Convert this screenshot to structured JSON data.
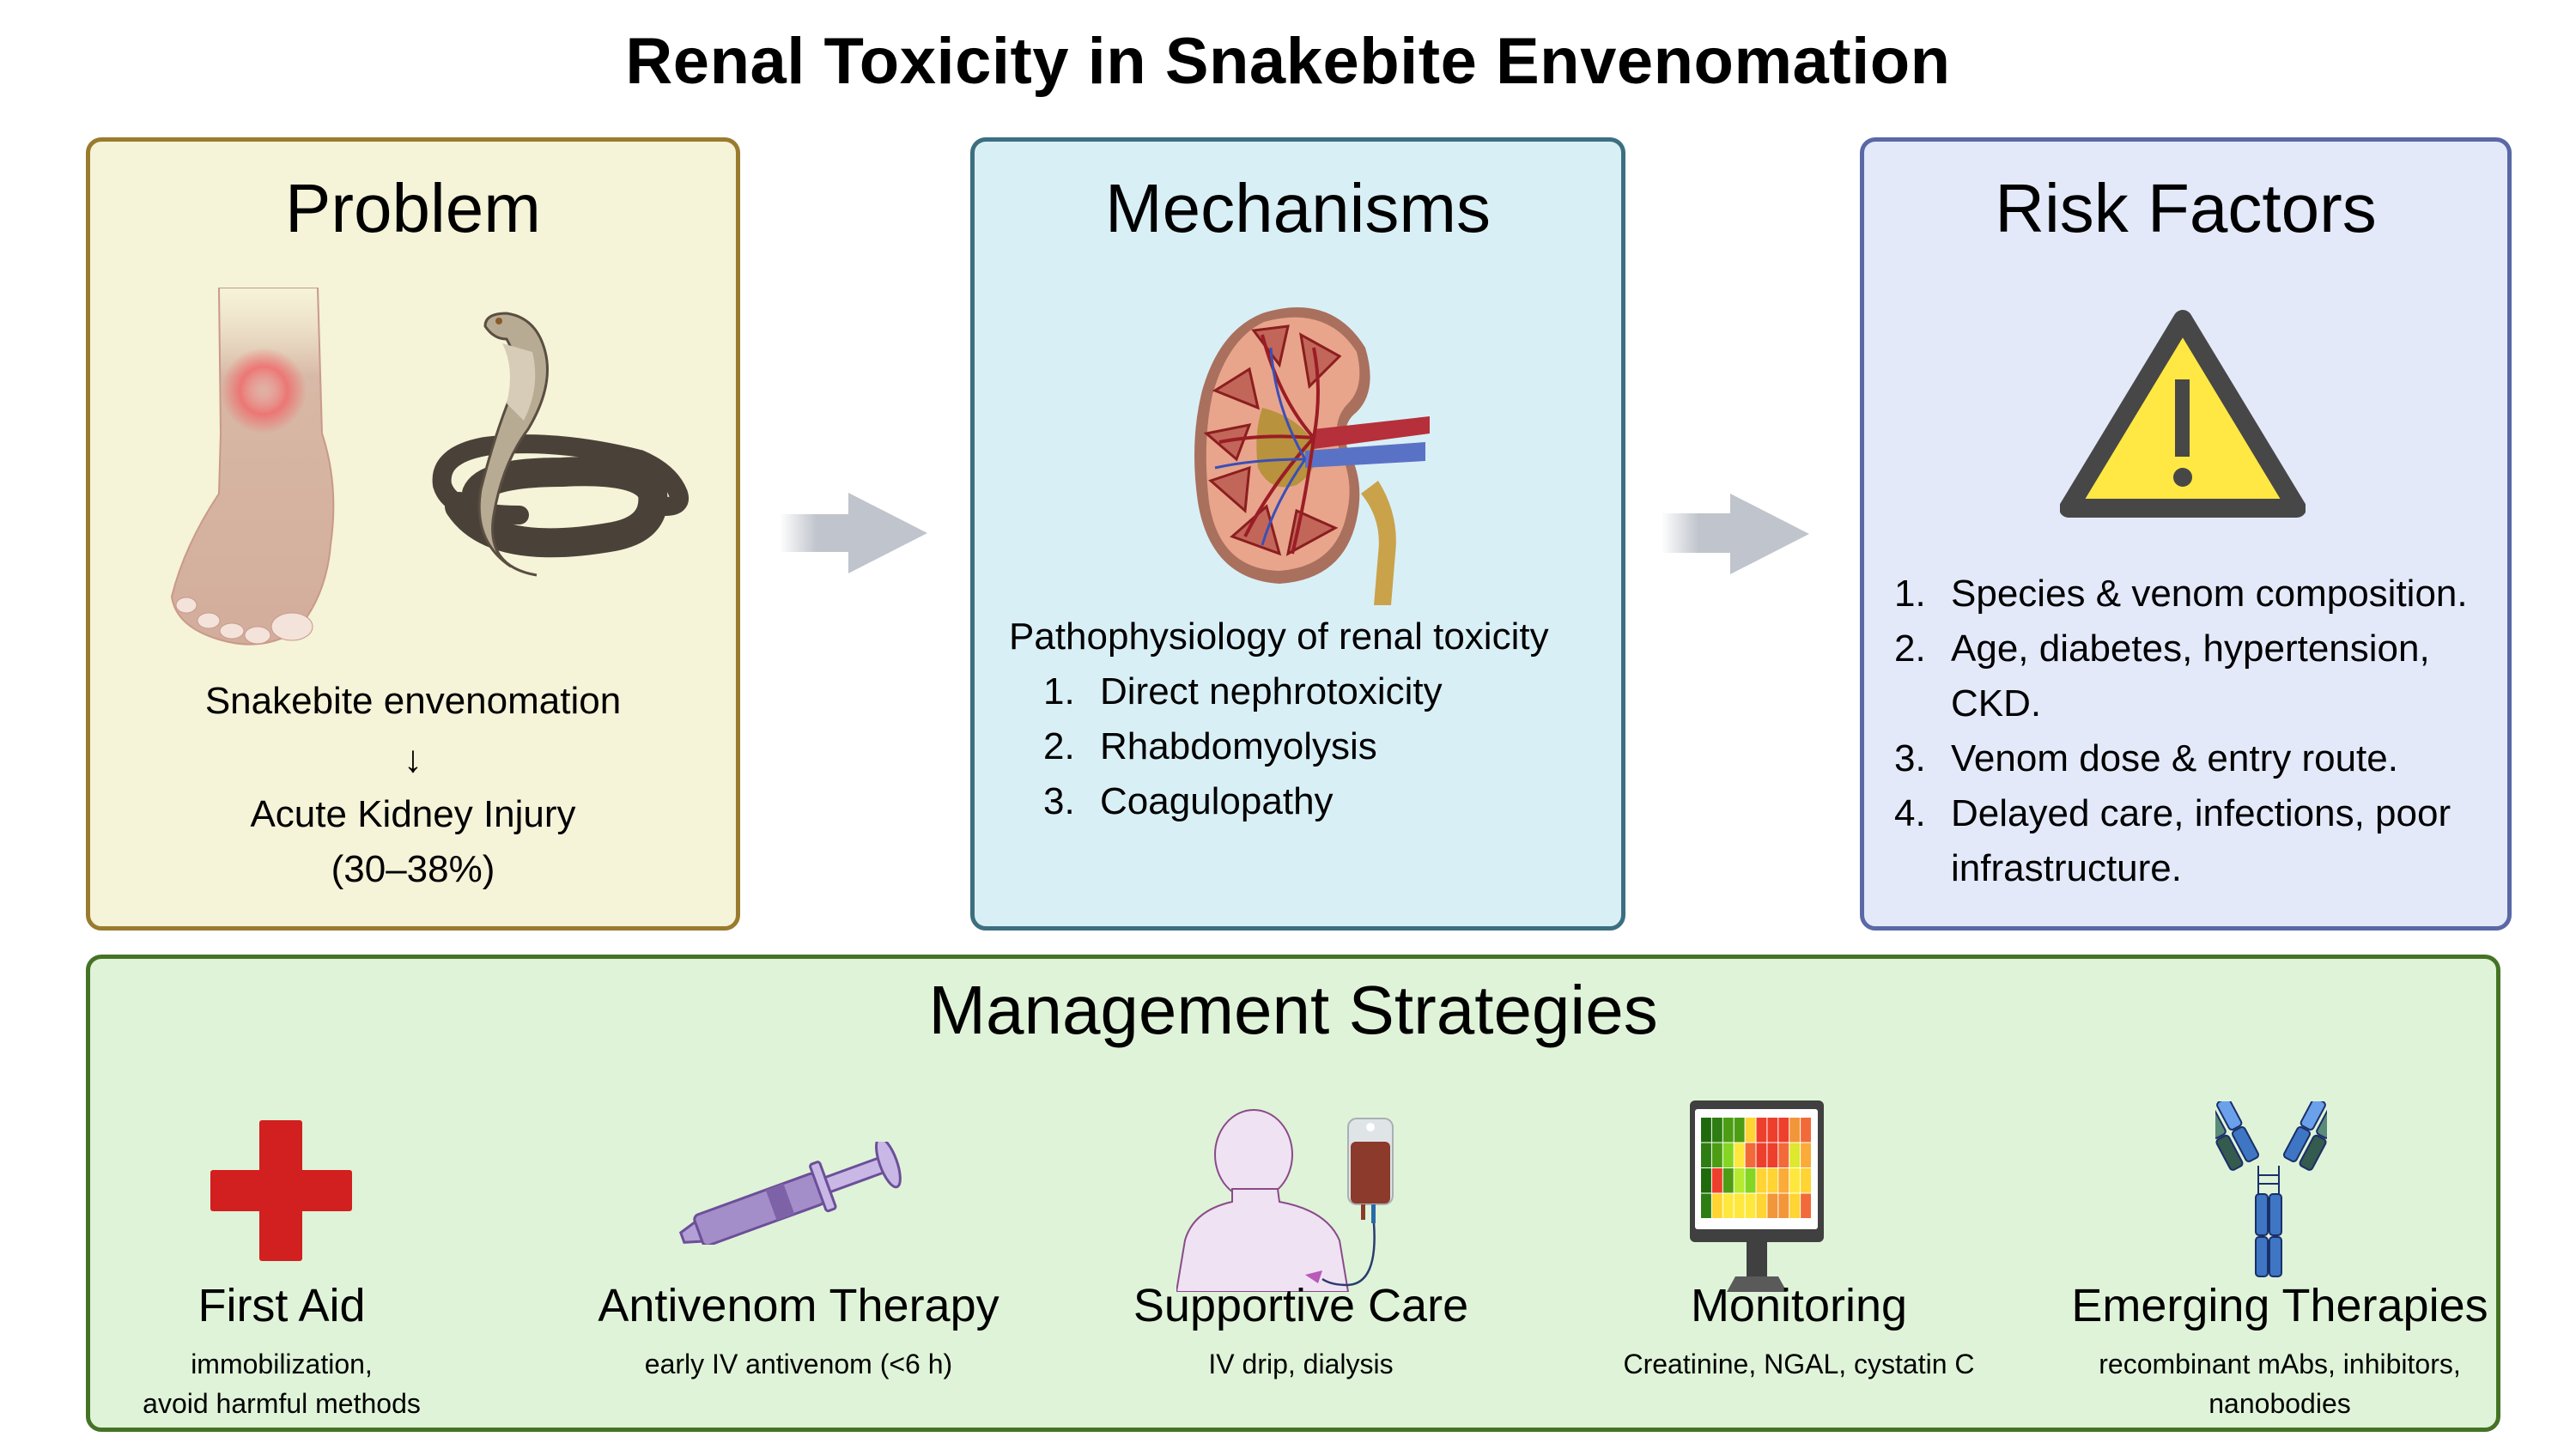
{
  "title": "Renal Toxicity in Snakebite Envenomation",
  "colors": {
    "problem_bg": "#f5f3d8",
    "problem_border": "#9a7b2e",
    "mechanisms_bg": "#d9eff6",
    "mechanisms_border": "#3c6f80",
    "risk_bg": "#e3e9f9",
    "risk_border": "#5a68a6",
    "management_bg": "#dff3d8",
    "management_border": "#457325",
    "arrow": "#c0c4cc",
    "first_aid_red": "#d21f1f",
    "warning_yellow": "#ffe844"
  },
  "problem": {
    "heading": "Problem",
    "icons": [
      "bitten-foot-icon",
      "cobra-icon"
    ],
    "line1": "Snakebite envenomation",
    "arrow": "↓",
    "line2": "Acute Kidney Injury",
    "line3": "(30–38%)"
  },
  "mechanisms": {
    "heading": "Mechanisms",
    "icon": "kidney-icon",
    "intro": "Pathophysiology of renal toxicity",
    "items": [
      {
        "num": "1.",
        "text": "Direct nephrotoxicity"
      },
      {
        "num": "2.",
        "text": "Rhabdomyolysis"
      },
      {
        "num": "3.",
        "text": "Coagulopathy"
      }
    ]
  },
  "risk_factors": {
    "heading": "Risk Factors",
    "icon": "warning-icon",
    "items": [
      {
        "num": "1.",
        "text": "Species & venom composition."
      },
      {
        "num": "2.",
        "text": "Age, diabetes, hypertension, CKD."
      },
      {
        "num": "3.",
        "text": "Venom dose & entry route."
      },
      {
        "num": "4.",
        "text": "Delayed care, infections, poor infrastructure."
      }
    ]
  },
  "management": {
    "heading": "Management Strategies",
    "items": [
      {
        "icon": "red-cross-icon",
        "title": "First Aid",
        "subtitle": "immobilization,",
        "subtitle2": "avoid harmful methods"
      },
      {
        "icon": "syringe-icon",
        "title": "Antivenom Therapy",
        "subtitle": "early IV antivenom (<6 h)",
        "subtitle2": ""
      },
      {
        "icon": "iv-drip-patient-icon",
        "title": "Supportive Care",
        "subtitle": "IV drip, dialysis",
        "subtitle2": ""
      },
      {
        "icon": "monitor-heatmap-icon",
        "title": "Monitoring",
        "subtitle": "Creatinine, NGAL, cystatin C",
        "subtitle2": ""
      },
      {
        "icon": "antibody-icon",
        "title": "Emerging Therapies",
        "subtitle": "recombinant mAbs, inhibitors,",
        "subtitle2": "nanobodies"
      }
    ]
  },
  "heatmap_colors": [
    [
      "#1f6a0c",
      "#2e7d12",
      "#4d9d14",
      "#4d9d14",
      "#ffd433",
      "#ee3f2d",
      "#ee3f2d",
      "#ee3f2d",
      "#f2963a",
      "#f26a3a"
    ],
    [
      "#2e7d12",
      "#4d9d14",
      "#84d622",
      "#ffe83d",
      "#f26a3a",
      "#ee3f2d",
      "#ee3f2d",
      "#f26a3a",
      "#dde82e",
      "#fbab37"
    ],
    [
      "#1f6a0c",
      "#ee3f2d",
      "#4d9d14",
      "#b5ea2e",
      "#84d622",
      "#ffd433",
      "#ffd433",
      "#fbab37",
      "#ffe83d",
      "#ffd433"
    ],
    [
      "#2e7d12",
      "#ffd433",
      "#ffe83d",
      "#ffe83d",
      "#ffe83d",
      "#ffd433",
      "#f2963a",
      "#f2963a",
      "#ffd433",
      "#f26a3a"
    ]
  ]
}
